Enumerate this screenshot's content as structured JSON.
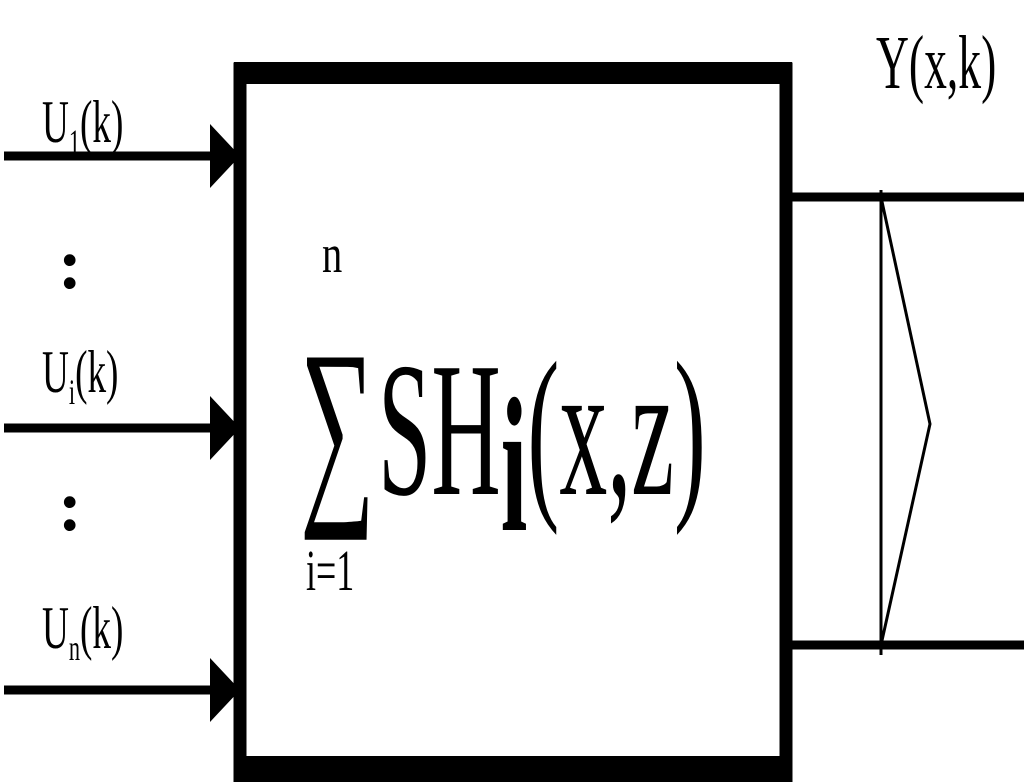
{
  "colors": {
    "ink": "#000000",
    "background": "#ffffff"
  },
  "inputs": [
    {
      "base": "U",
      "sub": "1",
      "arg": "(k)"
    },
    {
      "base": "U",
      "sub": "i",
      "arg": "(k)"
    },
    {
      "base": "U",
      "sub": "n",
      "arg": "(k)"
    }
  ],
  "ellipsis": ":",
  "block": {
    "sum_symbol": "∑",
    "upper_limit": "n",
    "lower_limit": "i=1",
    "term_base": "SH",
    "term_sub": "i",
    "term_arg": "(x,z)"
  },
  "output": {
    "label": "Y(x,k)",
    "icon": "bus-arrow-icon"
  }
}
